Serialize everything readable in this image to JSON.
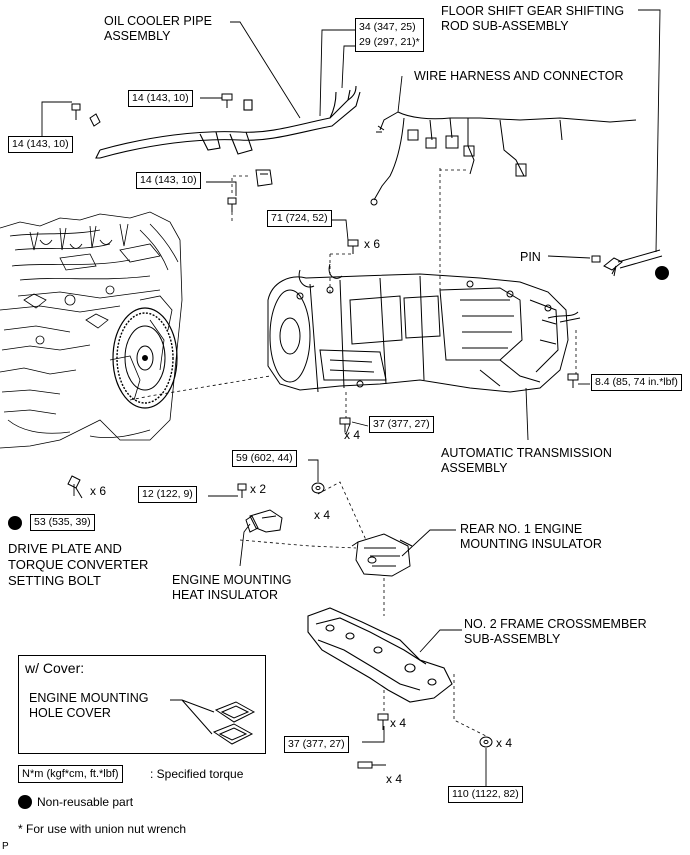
{
  "labels": {
    "oil_cooler_pipe": [
      "OIL COOLER PIPE",
      "ASSEMBLY"
    ],
    "floor_shift_rod": [
      "FLOOR SHIFT GEAR SHIFTING",
      "ROD SUB-ASSEMBLY"
    ],
    "wire_harness": "WIRE HARNESS AND CONNECTOR",
    "pin": "PIN",
    "auto_transmission": [
      "AUTOMATIC TRANSMISSION",
      "ASSEMBLY"
    ],
    "drive_plate_bolt": [
      "DRIVE PLATE AND",
      "TORQUE CONVERTER",
      "SETTING BOLT"
    ],
    "engine_mounting_heat_insulator": [
      "ENGINE MOUNTING",
      "HEAT INSULATOR"
    ],
    "rear_engine_mounting_insulator": [
      "REAR NO. 1 ENGINE",
      "MOUNTING INSULATOR"
    ],
    "frame_crossmember": [
      "NO. 2 FRAME CROSSMEMBER",
      "SUB-ASSEMBLY"
    ],
    "cover_heading": "w/ Cover:",
    "engine_mounting_hole_cover": [
      "ENGINE MOUNTING",
      "HOLE COVER"
    ]
  },
  "torque": {
    "pipe_union_top": "34 (347, 25)",
    "pipe_union_alt": "29 (297, 21)*",
    "pipe_bolt_left": "14 (143, 10)",
    "pipe_bolt_mid": "14 (143, 10)",
    "pipe_clamp_bolt": "14 (143, 10)",
    "trans_upper_bolt": "71 (724, 52)",
    "trans_side_bolt": "8.4 (85, 74 in.*lbf)",
    "trans_lower_bolt": "37 (377, 27)",
    "mount_nut": "59 (602, 44)",
    "heat_insulator_bolt": "12 (122, 9)",
    "drive_plate": "53 (535, 39)",
    "crossmember_bolt": "37 (377, 27)",
    "crossmember_nut": "110 (1122, 82)"
  },
  "multipliers": {
    "x6_upper": "x 6",
    "x4_trans": "x 4",
    "x4_mount": "x 4",
    "x2_heat": "x 2",
    "x6_drive": "x 6",
    "x4_cross_bolt": "x 4",
    "x4_cross_lower": "x 4",
    "x4_cross_nut": "x 4"
  },
  "legend": {
    "torque_units": "N*m (kgf*cm, ft.*lbf)",
    "torque_desc": ": Specified torque",
    "non_reusable": "Non-reusable part",
    "footnote": "* For use with union nut wrench",
    "corner_mark": "P"
  }
}
